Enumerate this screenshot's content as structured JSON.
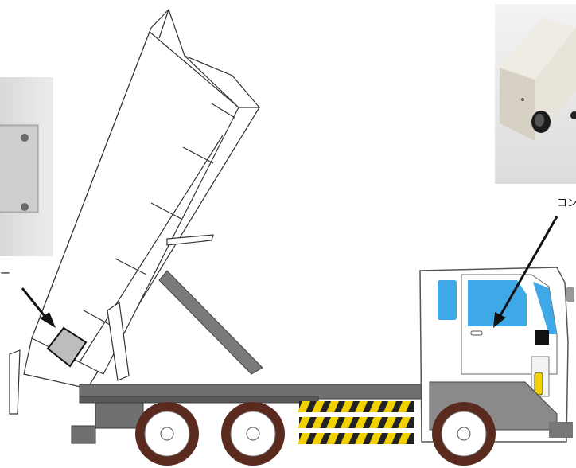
{
  "labels": {
    "controller": "コン",
    "sensor": "ー"
  },
  "colors": {
    "chassis": "#707070",
    "tire": "#5a2a1e",
    "window": "#3fa9e8",
    "stripe_yellow": "#f2d100",
    "outline": "#222222"
  },
  "icons": [
    "sensor-box-photo",
    "controller-box-photo",
    "pointer-arrow"
  ]
}
